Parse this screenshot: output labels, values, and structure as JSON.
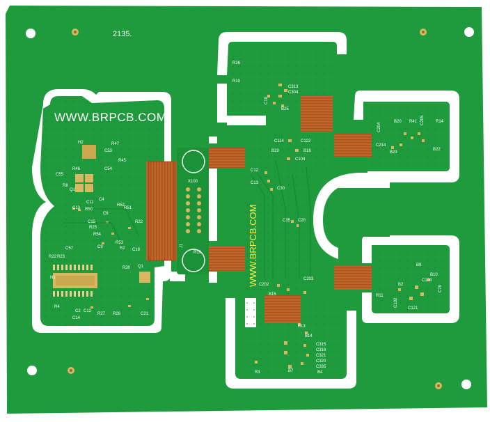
{
  "board": {
    "panel_id": "2135.",
    "watermark_horizontal": "WWW.BRPCB.COM",
    "watermark_vertical": "WWW.BRPCB.COM",
    "connector_labels": {
      "header": "X100",
      "jack": "J1"
    },
    "colors": {
      "soldermask": "#1f9a3c",
      "soldermask_dark": "#178a32",
      "flex_copper": "#c0642a",
      "gold_pad": "#d8b860",
      "silk": "#ffffff",
      "watermark_vertical": "#ffe84a",
      "background": "#ffffff"
    }
  },
  "silkscreen": {
    "left_board": [
      "H2",
      "R47",
      "C54",
      "R45",
      "R46",
      "C53",
      "C55",
      "Q1",
      "R8",
      "C4",
      "R52",
      "C11",
      "C13",
      "R50",
      "R51",
      "C6",
      "C15",
      "R25",
      "R22",
      "C57",
      "R54",
      "R53",
      "C9",
      "R2",
      "C18",
      "R22",
      "R23",
      "R30",
      "Q1",
      "N1",
      "R4",
      "C2",
      "R27",
      "C14",
      "C21",
      "R26",
      "C12"
    ],
    "top_board": [
      "R26",
      "R10",
      "C313",
      "C304",
      "C19",
      "B25"
    ],
    "center_board": [
      "C114",
      "C122",
      "B19",
      "B16",
      "C104",
      "C12",
      "C13",
      "C30",
      "C35",
      "C20",
      "C202",
      "C203",
      "B15"
    ],
    "right_top_board": [
      "B20",
      "R41",
      "C205",
      "R14",
      "C204",
      "C214",
      "B23",
      "B22"
    ],
    "right_bottom_board": [
      "B9",
      "B10",
      "R11",
      "B2",
      "C103",
      "C70",
      "C102",
      "C121"
    ],
    "bottom_board": [
      "B13",
      "B14",
      "C315",
      "C316",
      "C321",
      "C320",
      "C335",
      "B4",
      "B7",
      "R3"
    ],
    "jack_board": [
      "R16"
    ]
  }
}
